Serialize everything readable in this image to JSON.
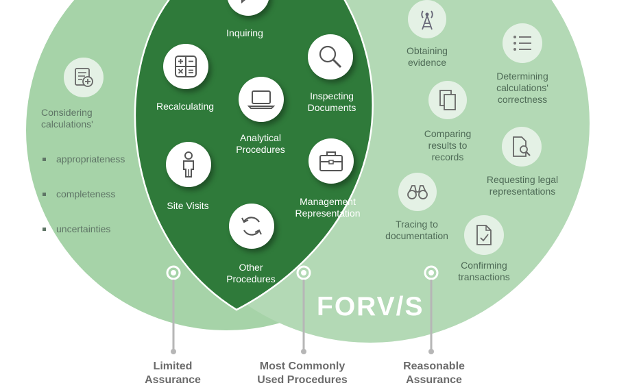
{
  "inner_procedures": [
    {
      "id": "inquiring",
      "label": "Inquiring",
      "icon": "chat-bubble-icon"
    },
    {
      "id": "recalculating",
      "label": "Recalculating",
      "icon": "calculator-icon"
    },
    {
      "id": "inspecting",
      "label": "Inspecting\nDocuments",
      "icon": "magnifier-icon"
    },
    {
      "id": "analytical",
      "label": "Analytical\nProcedures",
      "icon": "laptop-icon"
    },
    {
      "id": "site_visits",
      "label": "Site Visits",
      "icon": "person-icon"
    },
    {
      "id": "management",
      "label": "Management\nRepresentation",
      "icon": "briefcase-icon"
    },
    {
      "id": "other",
      "label": "Other\nProcedures",
      "icon": "refresh-icon"
    }
  ],
  "reasonable_procedures": [
    {
      "id": "obtaining",
      "label": "Obtaining\nevidence",
      "icon": "broadcast-tower-icon"
    },
    {
      "id": "determining",
      "label": "Determining\ncalculations'\ncorrectness",
      "icon": "checklist-icon"
    },
    {
      "id": "comparing",
      "label": "Comparing\nresults to\nrecords",
      "icon": "documents-icon"
    },
    {
      "id": "legal",
      "label": "Requesting legal\nrepresentations",
      "icon": "document-search-icon"
    },
    {
      "id": "tracing",
      "label": "Tracing to\ndocumentation",
      "icon": "binoculars-icon"
    },
    {
      "id": "confirming",
      "label": "Confirming\ntransactions",
      "icon": "document-check-icon"
    }
  ],
  "limited": {
    "icon": "calculator-plus-icon",
    "heading": "Considering\ncalculations'",
    "bullets": [
      "appropriateness",
      "completeness",
      "uncertainties"
    ]
  },
  "legend": {
    "limited": "Limited\nAssurance",
    "common": "Most Commonly\nUsed Procedures",
    "reasonable": "Reasonable\nAssurance"
  },
  "logo": "FORV/S",
  "colors": {
    "outer_green": "#a6d3a8",
    "leaf_green": "#2f7a3a",
    "pale_circle": "#e4f1e5",
    "legend_line": "#b6b6b6"
  }
}
